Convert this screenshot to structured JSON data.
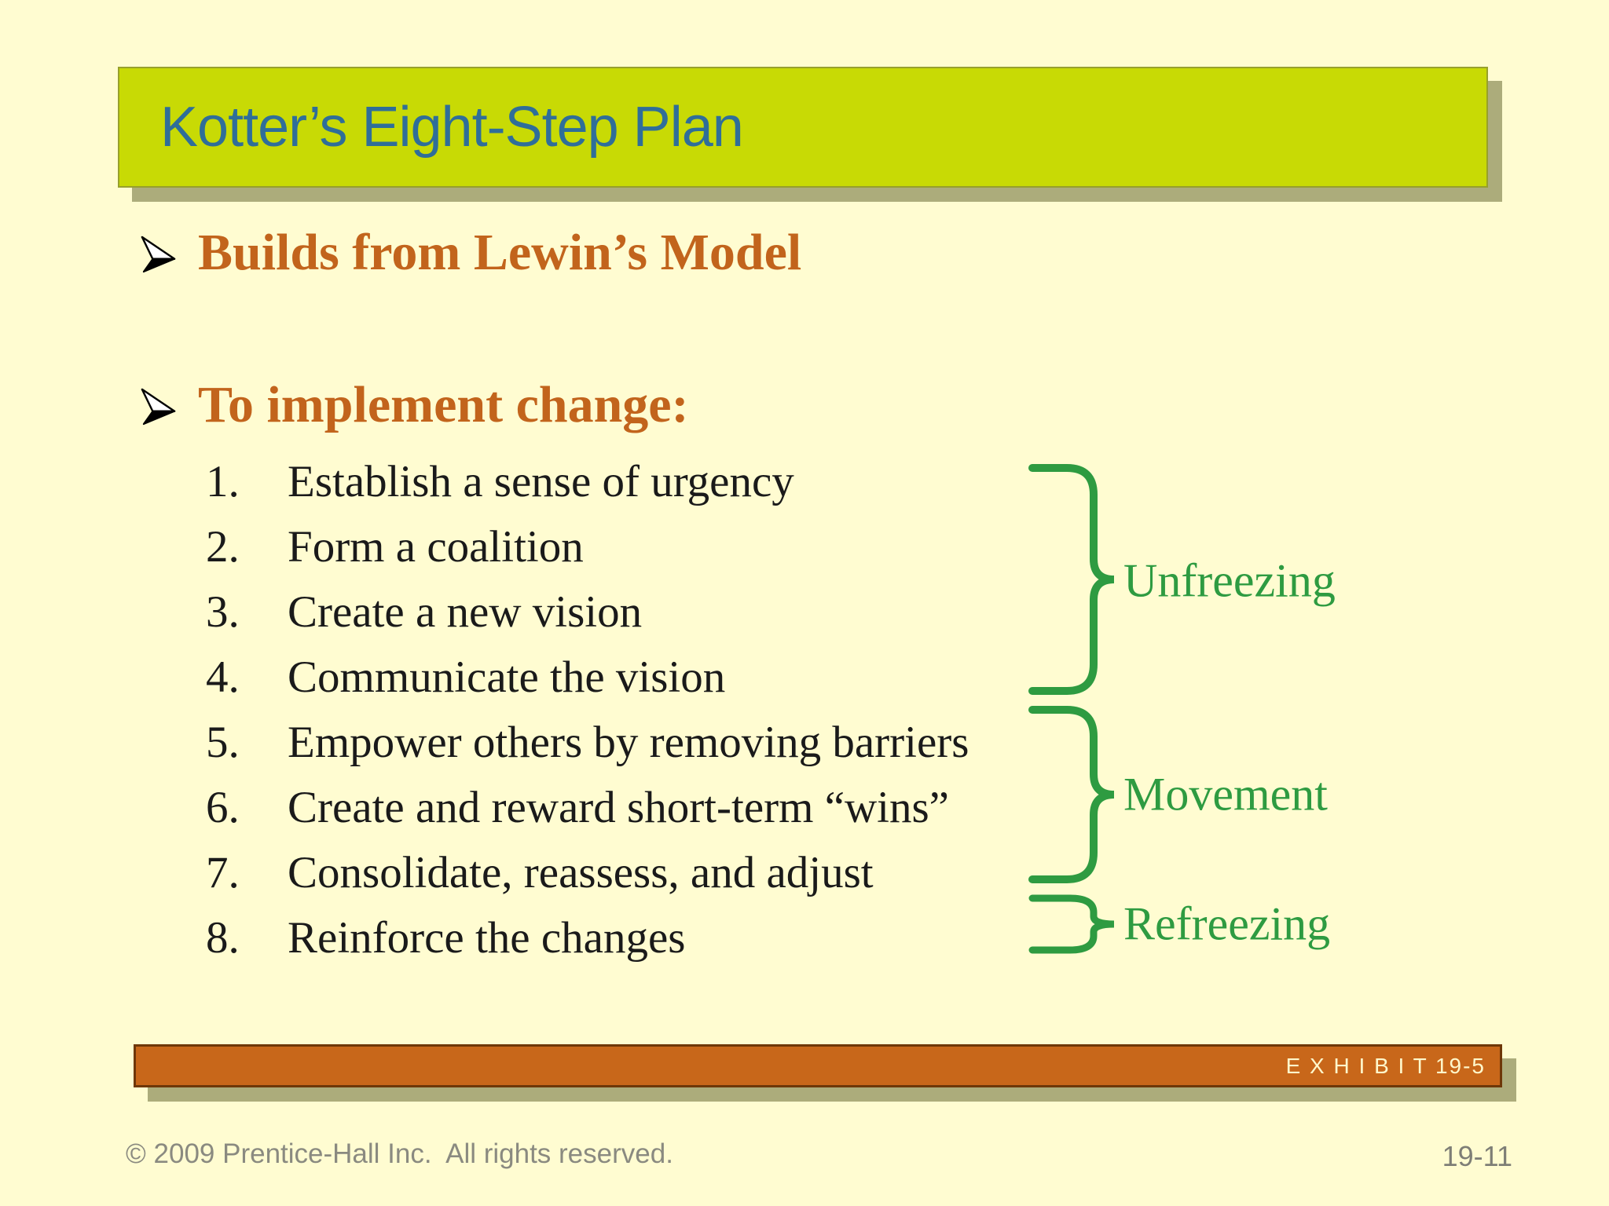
{
  "slide": {
    "title": "Kotter’s Eight-Step Plan",
    "bullets": [
      {
        "label": "Builds from Lewin’s Model"
      },
      {
        "label": "To implement change:"
      }
    ],
    "steps": [
      {
        "num": "1.",
        "text": "Establish a sense of urgency"
      },
      {
        "num": "2.",
        "text": "Form a coalition"
      },
      {
        "num": "3.",
        "text": "Create a new vision"
      },
      {
        "num": "4.",
        "text": "Communicate the vision"
      },
      {
        "num": "5.",
        "text": "Empower others by removing barriers"
      },
      {
        "num": "6.",
        "text": "Create and reward short-term “wins”"
      },
      {
        "num": "7.",
        "text": "Consolidate, reassess, and adjust"
      },
      {
        "num": "8.",
        "text": "Reinforce the changes"
      }
    ],
    "stages": [
      {
        "label": "Unfreezing",
        "spans_steps": "1-4"
      },
      {
        "label": "Movement",
        "spans_steps": "5-7"
      },
      {
        "label": "Refreezing",
        "spans_steps": "8"
      }
    ],
    "exhibit": {
      "label": "E X H I B I T 19-5"
    },
    "footer": {
      "copyright": "© 2009 Prentice-Hall Inc.  All rights reserved.",
      "page": "19-11"
    }
  },
  "colors": {
    "background": "#FFFCD1",
    "banner_fill": "#C8DA05",
    "banner_border": "#97A02C",
    "shadow_olive": "#ACAC7B",
    "title_blue": "#2F6E99",
    "heading_orange": "#C2641C",
    "list_black": "#1A1A1A",
    "stage_green": "#2E9B41",
    "exhibit_orange": "#C8671A",
    "exhibit_border": "#6E3708",
    "exhibit_text": "#FFF8CC",
    "footer_gray": "#8A8A80"
  }
}
